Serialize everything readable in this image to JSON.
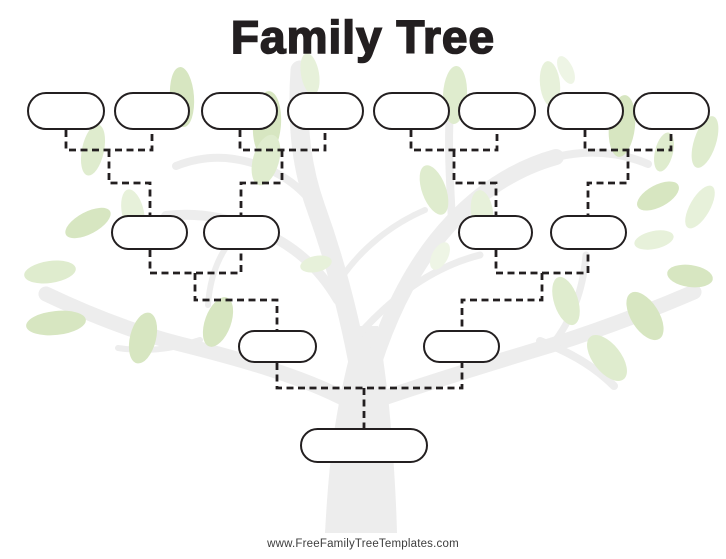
{
  "page": {
    "title": "Family Tree",
    "footer_url": "www.FreeFamilyTreeTemplates.com",
    "colors": {
      "ink": "#231f20",
      "box_fill": "#ffffff",
      "trunk_gray": "#ededed",
      "leaf_dark": "#d7e6c1",
      "leaf_mid": "#dfecce",
      "leaf_light": "#e7f1da",
      "footer_text": "#3d3d3d"
    }
  },
  "tree": {
    "generations": [
      {
        "name": "great-grandparents",
        "boxes": [
          {
            "id": "gg1",
            "value": ""
          },
          {
            "id": "gg2",
            "value": ""
          },
          {
            "id": "gg3",
            "value": ""
          },
          {
            "id": "gg4",
            "value": ""
          },
          {
            "id": "gg5",
            "value": ""
          },
          {
            "id": "gg6",
            "value": ""
          },
          {
            "id": "gg7",
            "value": ""
          },
          {
            "id": "gg8",
            "value": ""
          }
        ]
      },
      {
        "name": "grandparents",
        "boxes": [
          {
            "id": "g1",
            "value": ""
          },
          {
            "id": "g2",
            "value": ""
          },
          {
            "id": "g3",
            "value": ""
          },
          {
            "id": "g4",
            "value": ""
          }
        ]
      },
      {
        "name": "parents",
        "boxes": [
          {
            "id": "p1",
            "value": ""
          },
          {
            "id": "p2",
            "value": ""
          }
        ]
      },
      {
        "name": "self",
        "boxes": [
          {
            "id": "c1",
            "value": ""
          }
        ]
      }
    ]
  }
}
